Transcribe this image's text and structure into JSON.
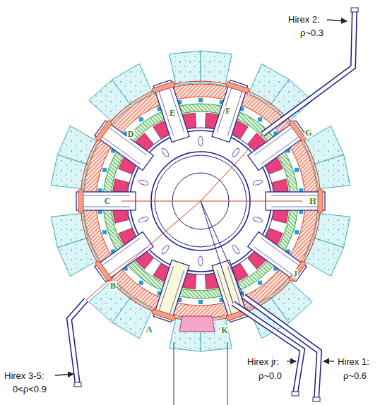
{
  "diagram": {
    "labels": [
      "Hirex 2:",
      "ρ~0.3",
      "Hirex 3-5:",
      "0<ρ<0.9",
      "Hirex jr:",
      "ρ~0.0",
      "Hirex 1:",
      "ρ~0.6",
      "A",
      "B",
      "C",
      "D",
      "E",
      "F",
      "G",
      "H",
      "J",
      "K"
    ]
  }
}
